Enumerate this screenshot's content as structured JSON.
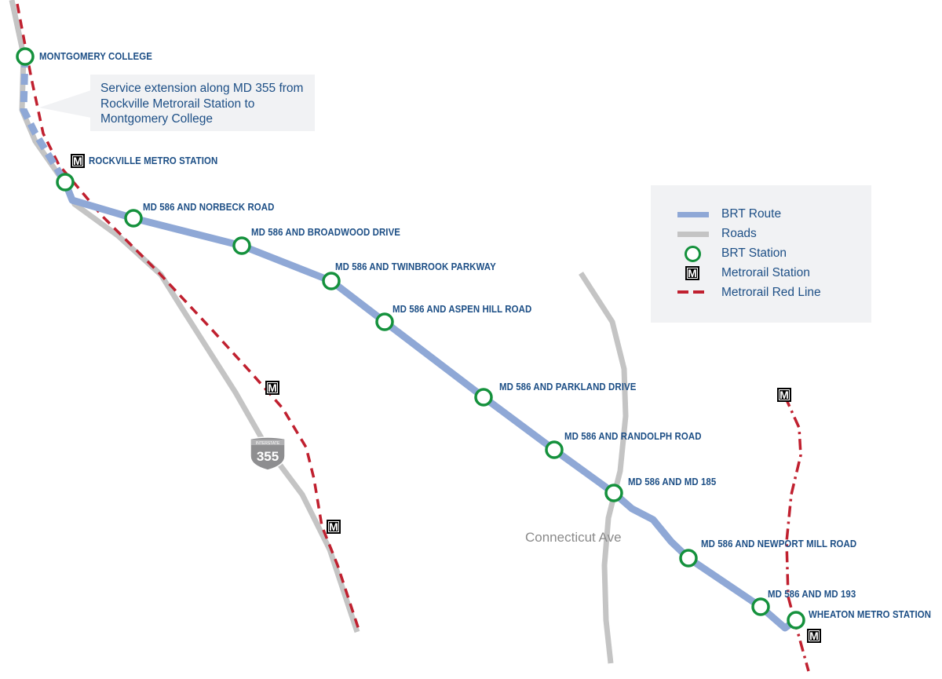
{
  "stations": [
    {
      "name": "MONTGOMERY COLLEGE"
    },
    {
      "name": "ROCKVILLE METRO STATION"
    },
    {
      "name": "MD 586 AND NORBECK ROAD"
    },
    {
      "name": "MD 586 AND BROADWOOD DRIVE"
    },
    {
      "name": "MD 586 AND TWINBROOK PARKWAY"
    },
    {
      "name": "MD 586 AND ASPEN HILL ROAD"
    },
    {
      "name": "MD 586 AND PARKLAND DRIVE"
    },
    {
      "name": "MD 586 AND RANDOLPH ROAD"
    },
    {
      "name": "MD 586 AND MD 185"
    },
    {
      "name": "MD 586 AND NEWPORT MILL ROAD"
    },
    {
      "name": "MD 586 AND MD 193"
    },
    {
      "name": "WHEATON METRO STATION"
    }
  ],
  "metro_symbol": "M",
  "callout": "Service extension along MD 355 from Rockville Metrorail Station to Montgomery College",
  "road_label": "Connecticut Ave",
  "interstate": {
    "top": "INTERSTATE",
    "number": "355"
  },
  "legend": {
    "brt_route": "BRT Route",
    "roads": "Roads",
    "brt_station": "BRT Station",
    "metrorail_station": "Metrorail Station",
    "red_line": "Metrorail Red Line"
  },
  "colors": {
    "brt": "#8fa8d6",
    "road": "#c4c4c4",
    "station": "#14913c",
    "red": "#c0202f",
    "text": "#1d4f86"
  }
}
